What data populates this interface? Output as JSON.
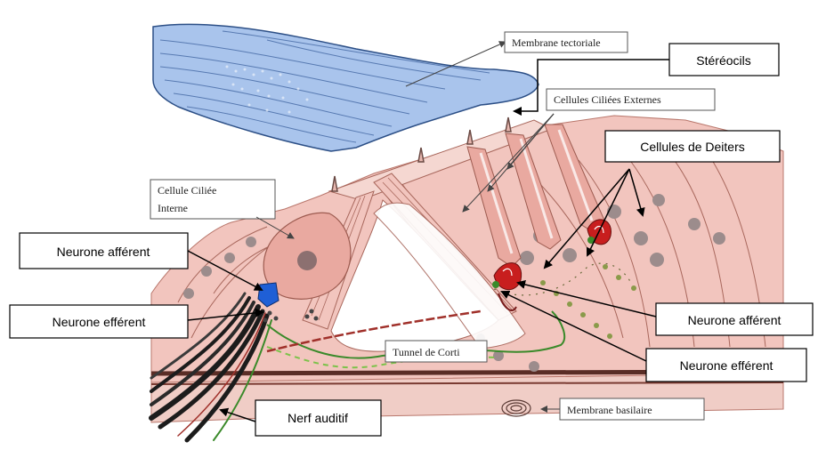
{
  "labels": {
    "membrane_tectoriale": "Membrane tectoriale",
    "stereocils": "Stéréocils",
    "cellules_ciliees_externes": "Cellules Ciliées Externes",
    "cellules_de_deiters": "Cellules de Deiters",
    "cellule_ciliee_interne_line1": "Cellule Ciliée",
    "cellule_ciliee_interne_line2": "Interne",
    "neurone_afferent_left": "Neurone afférent",
    "neurone_efferent_left": "Neurone efférent",
    "neurone_afferent_right": "Neurone afférent",
    "neurone_efferent_right": "Neurone efférent",
    "tunnel_de_corti": "Tunnel de Corti",
    "nerf_auditif": "Nerf auditif",
    "membrane_basilaire": "Membrane basilaire"
  },
  "colors": {
    "tissue": "#f2c5be",
    "tissue_dark": "#e4a79c",
    "membrane_blue": "#a9c4ec",
    "afferent_red": "#c81e1e",
    "efferent_green": "#3a8a2a",
    "nerve_dark": "#1c1c1c",
    "afferent_blue": "#1f5fd6"
  }
}
